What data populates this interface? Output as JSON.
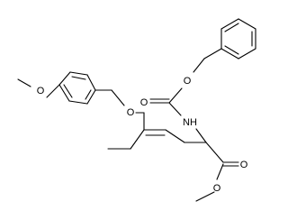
{
  "structure": {
    "name": "",
    "atom_labels": {
      "o_methoxy": "O",
      "o_ether": "O",
      "o_carbamate_carbonyl": "O",
      "o_carbamate_ester": "O",
      "n_amine": "NH",
      "o_ester_carbonyl": "O",
      "o_ester_methoxy": "O"
    }
  },
  "colors": {
    "bond": "#000000",
    "label": "#000000",
    "background": "#ffffff"
  }
}
